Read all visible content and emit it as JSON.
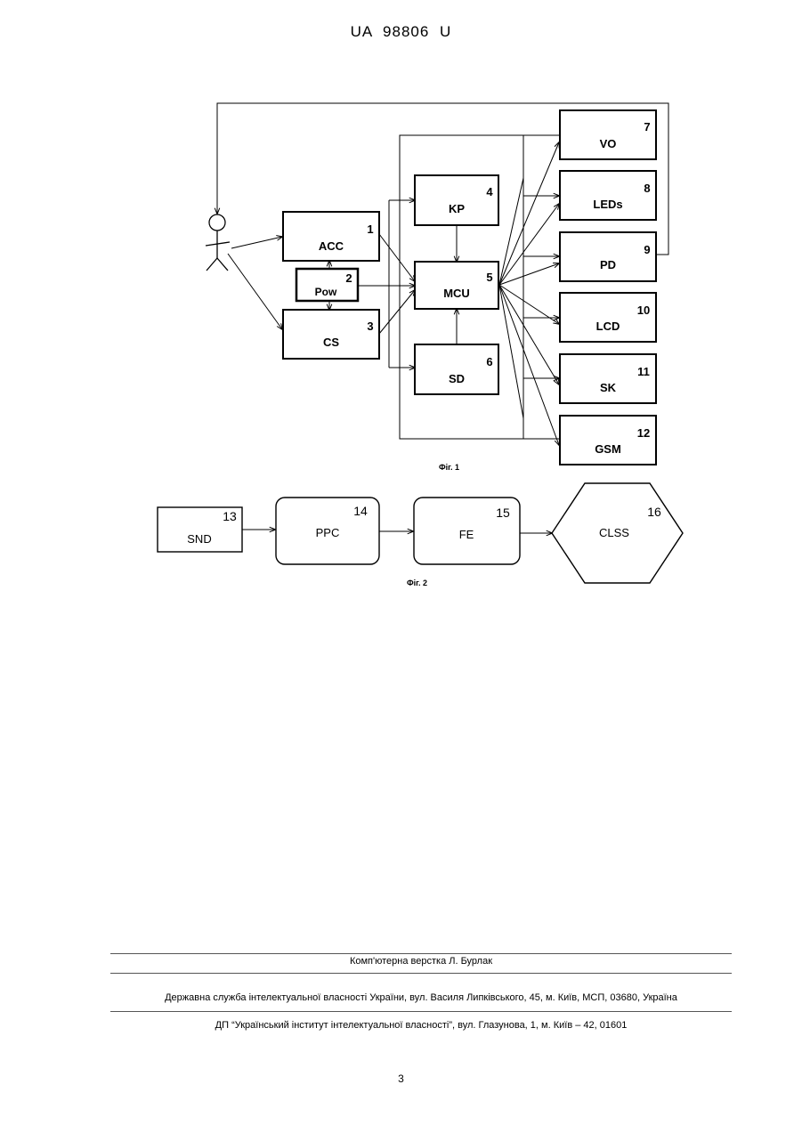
{
  "header": {
    "patent_number": "UA   98806   U"
  },
  "figure1": {
    "caption": "Фіг. 1",
    "blocks": [
      {
        "id": "acc",
        "label": "ACC",
        "num": "1"
      },
      {
        "id": "pow",
        "label": "Pow",
        "num": "2"
      },
      {
        "id": "cs",
        "label": "CS",
        "num": "3"
      },
      {
        "id": "kp",
        "label": "KP",
        "num": "4"
      },
      {
        "id": "mcu",
        "label": "MCU",
        "num": "5"
      },
      {
        "id": "sd",
        "label": "SD",
        "num": "6"
      },
      {
        "id": "vo",
        "label": "VO",
        "num": "7"
      },
      {
        "id": "leds",
        "label": "LEDs",
        "num": "8"
      },
      {
        "id": "pd",
        "label": "PD",
        "num": "9"
      },
      {
        "id": "lcd",
        "label": "LCD",
        "num": "10"
      },
      {
        "id": "sk",
        "label": "SK",
        "num": "11"
      },
      {
        "id": "gsm",
        "label": "GSM",
        "num": "12"
      }
    ]
  },
  "figure2": {
    "caption": "Фіг. 2",
    "blocks": [
      {
        "id": "snd",
        "label": "SND",
        "num": "13"
      },
      {
        "id": "ppc",
        "label": "PPC",
        "num": "14"
      },
      {
        "id": "fe",
        "label": "FE",
        "num": "15"
      },
      {
        "id": "clss",
        "label": "CLSS",
        "num": "16"
      }
    ]
  },
  "footer": {
    "typesetting": "Комп'ютерна верстка Л. Бурлак",
    "agency": "Державна служба інтелектуальної власності України, вул. Василя Липківського, 45, м. Київ, МСП, 03680, Україна",
    "institute": "ДП “Український інститут інтелектуальної власності”, вул. Глазунова, 1, м. Київ – 42, 01601"
  },
  "page_number": "3"
}
